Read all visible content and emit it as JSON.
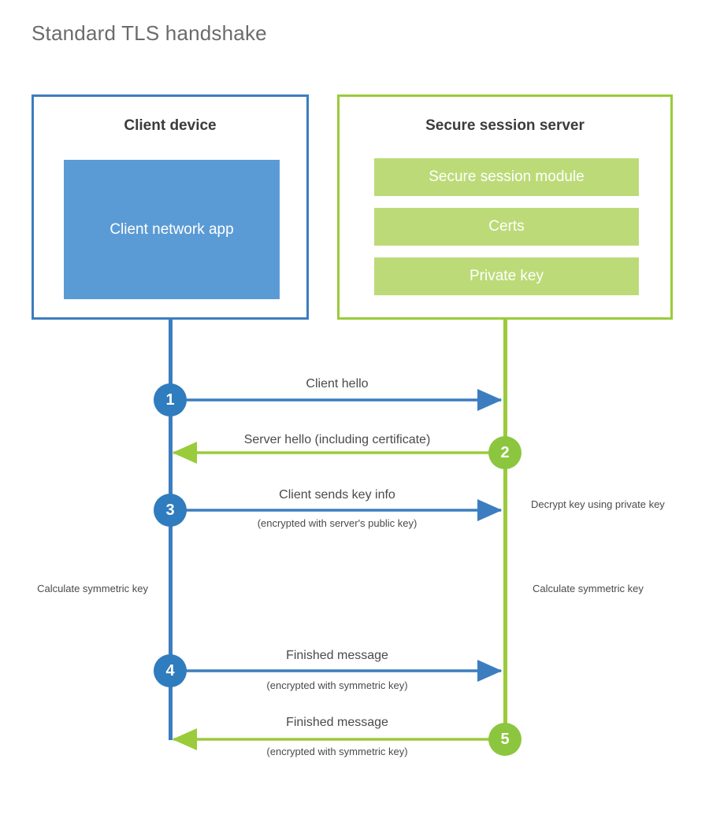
{
  "page": {
    "title": "Standard TLS handshake",
    "background": "#ffffff"
  },
  "colors": {
    "client_accent": "#3c7dbf",
    "client_circle": "#2f7cbe",
    "client_fill": "#5b9bd5",
    "server_accent": "#9acb3b",
    "server_circle": "#8cc63f",
    "server_fill": "#bcdb78",
    "text": "#4a4a4a",
    "heading": "#3b3b3b",
    "title": "#6b6b6b"
  },
  "actors": {
    "client": {
      "title": "Client device",
      "components": [
        {
          "label": "Client network app"
        }
      ]
    },
    "server": {
      "title": "Secure session server",
      "components": [
        {
          "label": "Secure session module"
        },
        {
          "label": "Certs"
        },
        {
          "label": "Private key"
        }
      ]
    }
  },
  "steps": [
    {
      "number": "1",
      "direction": "client-to-server",
      "label": "Client hello",
      "sublabel": "",
      "color": "#2f7cbe"
    },
    {
      "number": "2",
      "direction": "server-to-client",
      "label": "Server hello (including certificate)",
      "sublabel": "",
      "color": "#8cc63f"
    },
    {
      "number": "3",
      "direction": "client-to-server",
      "label": "Client sends key info",
      "sublabel": "(encrypted with server's public key)",
      "color": "#2f7cbe"
    },
    {
      "number": "4",
      "direction": "client-to-server",
      "label": "Finished message",
      "sublabel": "(encrypted with symmetric key)",
      "color": "#2f7cbe"
    },
    {
      "number": "5",
      "direction": "server-to-client",
      "label": "Finished message",
      "sublabel": "(encrypted with symmetric key)",
      "color": "#8cc63f"
    }
  ],
  "annotations": {
    "server_decrypt": "Decrypt key using private key",
    "client_calculate": "Calculate symmetric key",
    "server_calculate": "Calculate symmetric key"
  }
}
